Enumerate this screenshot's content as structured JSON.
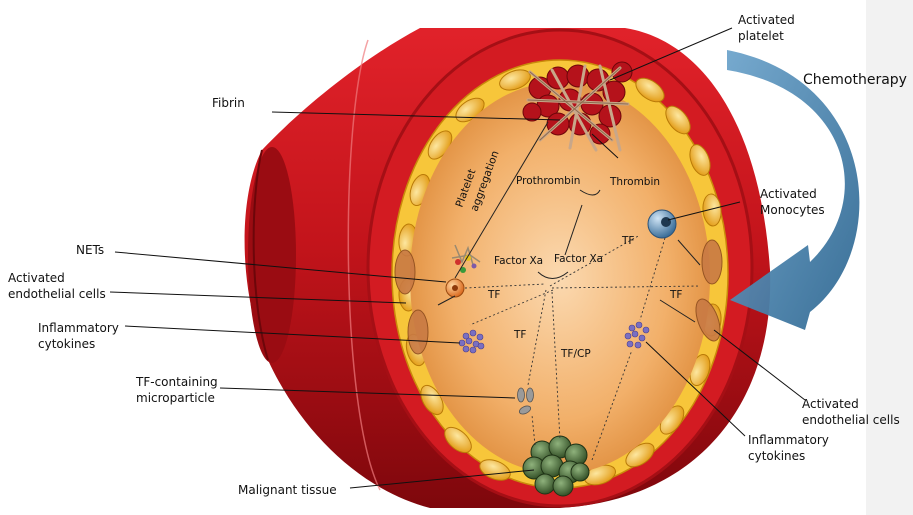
{
  "labels": {
    "activated_platelet": [
      "Activated",
      "platelet"
    ],
    "chemotherapy": "Chemotherapy",
    "fibrin": "Fibrin",
    "platelet_aggregation": [
      "Platelet",
      "aggregation"
    ],
    "prothrombin": "Prothrombin",
    "thrombin": "Thrombin",
    "activated_monocytes": [
      "Activated",
      "Monocytes"
    ],
    "nets": "NETs",
    "factor_xa_left": "Factor Xa",
    "factor_xa_right": "Factor Xa",
    "tf_upper_right": "TF",
    "activated_endothelial_left": [
      "Activated",
      "endothelial cells"
    ],
    "tf_left": "TF",
    "tf_right": "TF",
    "inflammatory_cytokines_left": [
      "Inflammatory",
      "cytokines"
    ],
    "tf_center": "TF",
    "tf_cp": "TF/CP",
    "tf_microparticle": [
      "TF-containing",
      "microparticle"
    ],
    "activated_endothelial_right": [
      "Activated",
      "endothelial cells"
    ],
    "inflammatory_cytokines_right": [
      "Inflammatory",
      "cytokines"
    ],
    "malignant_tissue": "Malignant tissue"
  },
  "colors": {
    "vessel_red": "#c8141c",
    "vessel_dark": "#8e0a10",
    "lumen_orange": "#f3b56e",
    "endothelium_yellow": "#f6c233",
    "chemo_arrow_blue": "#4a82ae",
    "side_panel": "#f2f2f2"
  }
}
